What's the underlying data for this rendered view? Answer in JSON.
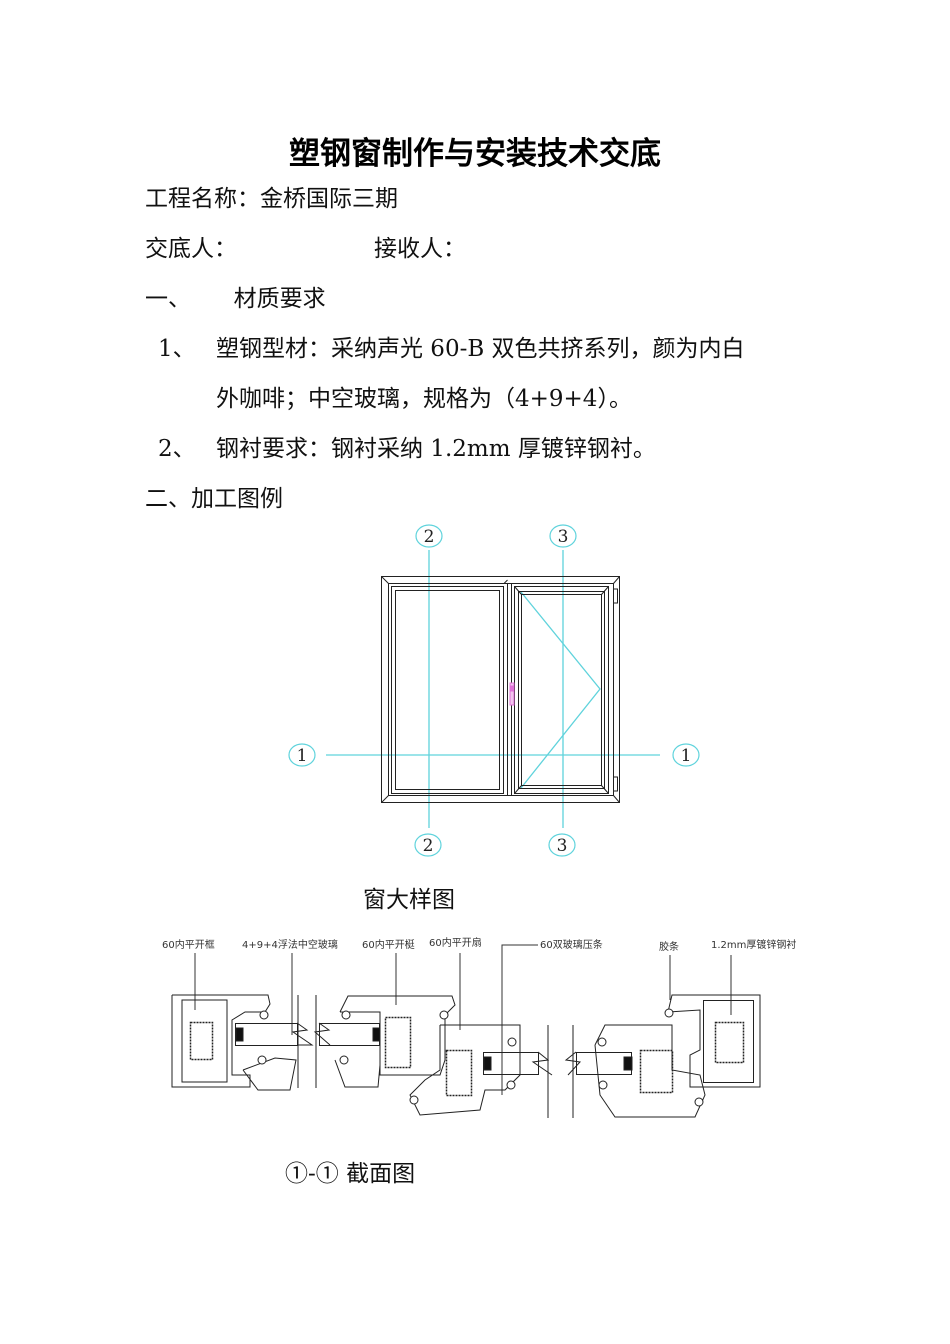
{
  "document": {
    "title": "塑钢窗制作与安装技术交底",
    "project": {
      "label": "工程名称：",
      "value": "金桥国际三期"
    },
    "handover_by": {
      "label": "交底人：",
      "value": ""
    },
    "received_by": {
      "label": "接收人：",
      "value": ""
    },
    "sections": [
      {
        "number": "一、",
        "heading": "材质要求",
        "items": [
          {
            "number": "1、",
            "text_line1": "塑钢型材：采纳声光 60-B 双色共挤系列，颜为内白",
            "text_line2": "外咖啡；中空玻璃，规格为（4+9+4）。"
          },
          {
            "number": "2、",
            "text_line1": "钢衬要求：钢衬采纳 1.2mm 厚镀锌钢衬。"
          }
        ]
      },
      {
        "number": "二、",
        "heading": "加工图例"
      }
    ],
    "figure1": {
      "caption": "窗大样图",
      "markers": {
        "top": [
          "2",
          "3"
        ],
        "bottom": [
          "2",
          "3"
        ],
        "left": "1",
        "right": "1"
      },
      "colors": {
        "frame": "#222222",
        "axis": "#5fd3dc",
        "handle": "#e070d8"
      }
    },
    "figure2": {
      "caption": "①-① 截面图",
      "labels": [
        "60内平开框",
        "4+9+4浮法中空玻璃",
        "60内平开梃",
        "60内平开扇",
        "60双玻璃压条",
        "胶条",
        "1.2mm厚镀锌钢衬"
      ]
    }
  }
}
